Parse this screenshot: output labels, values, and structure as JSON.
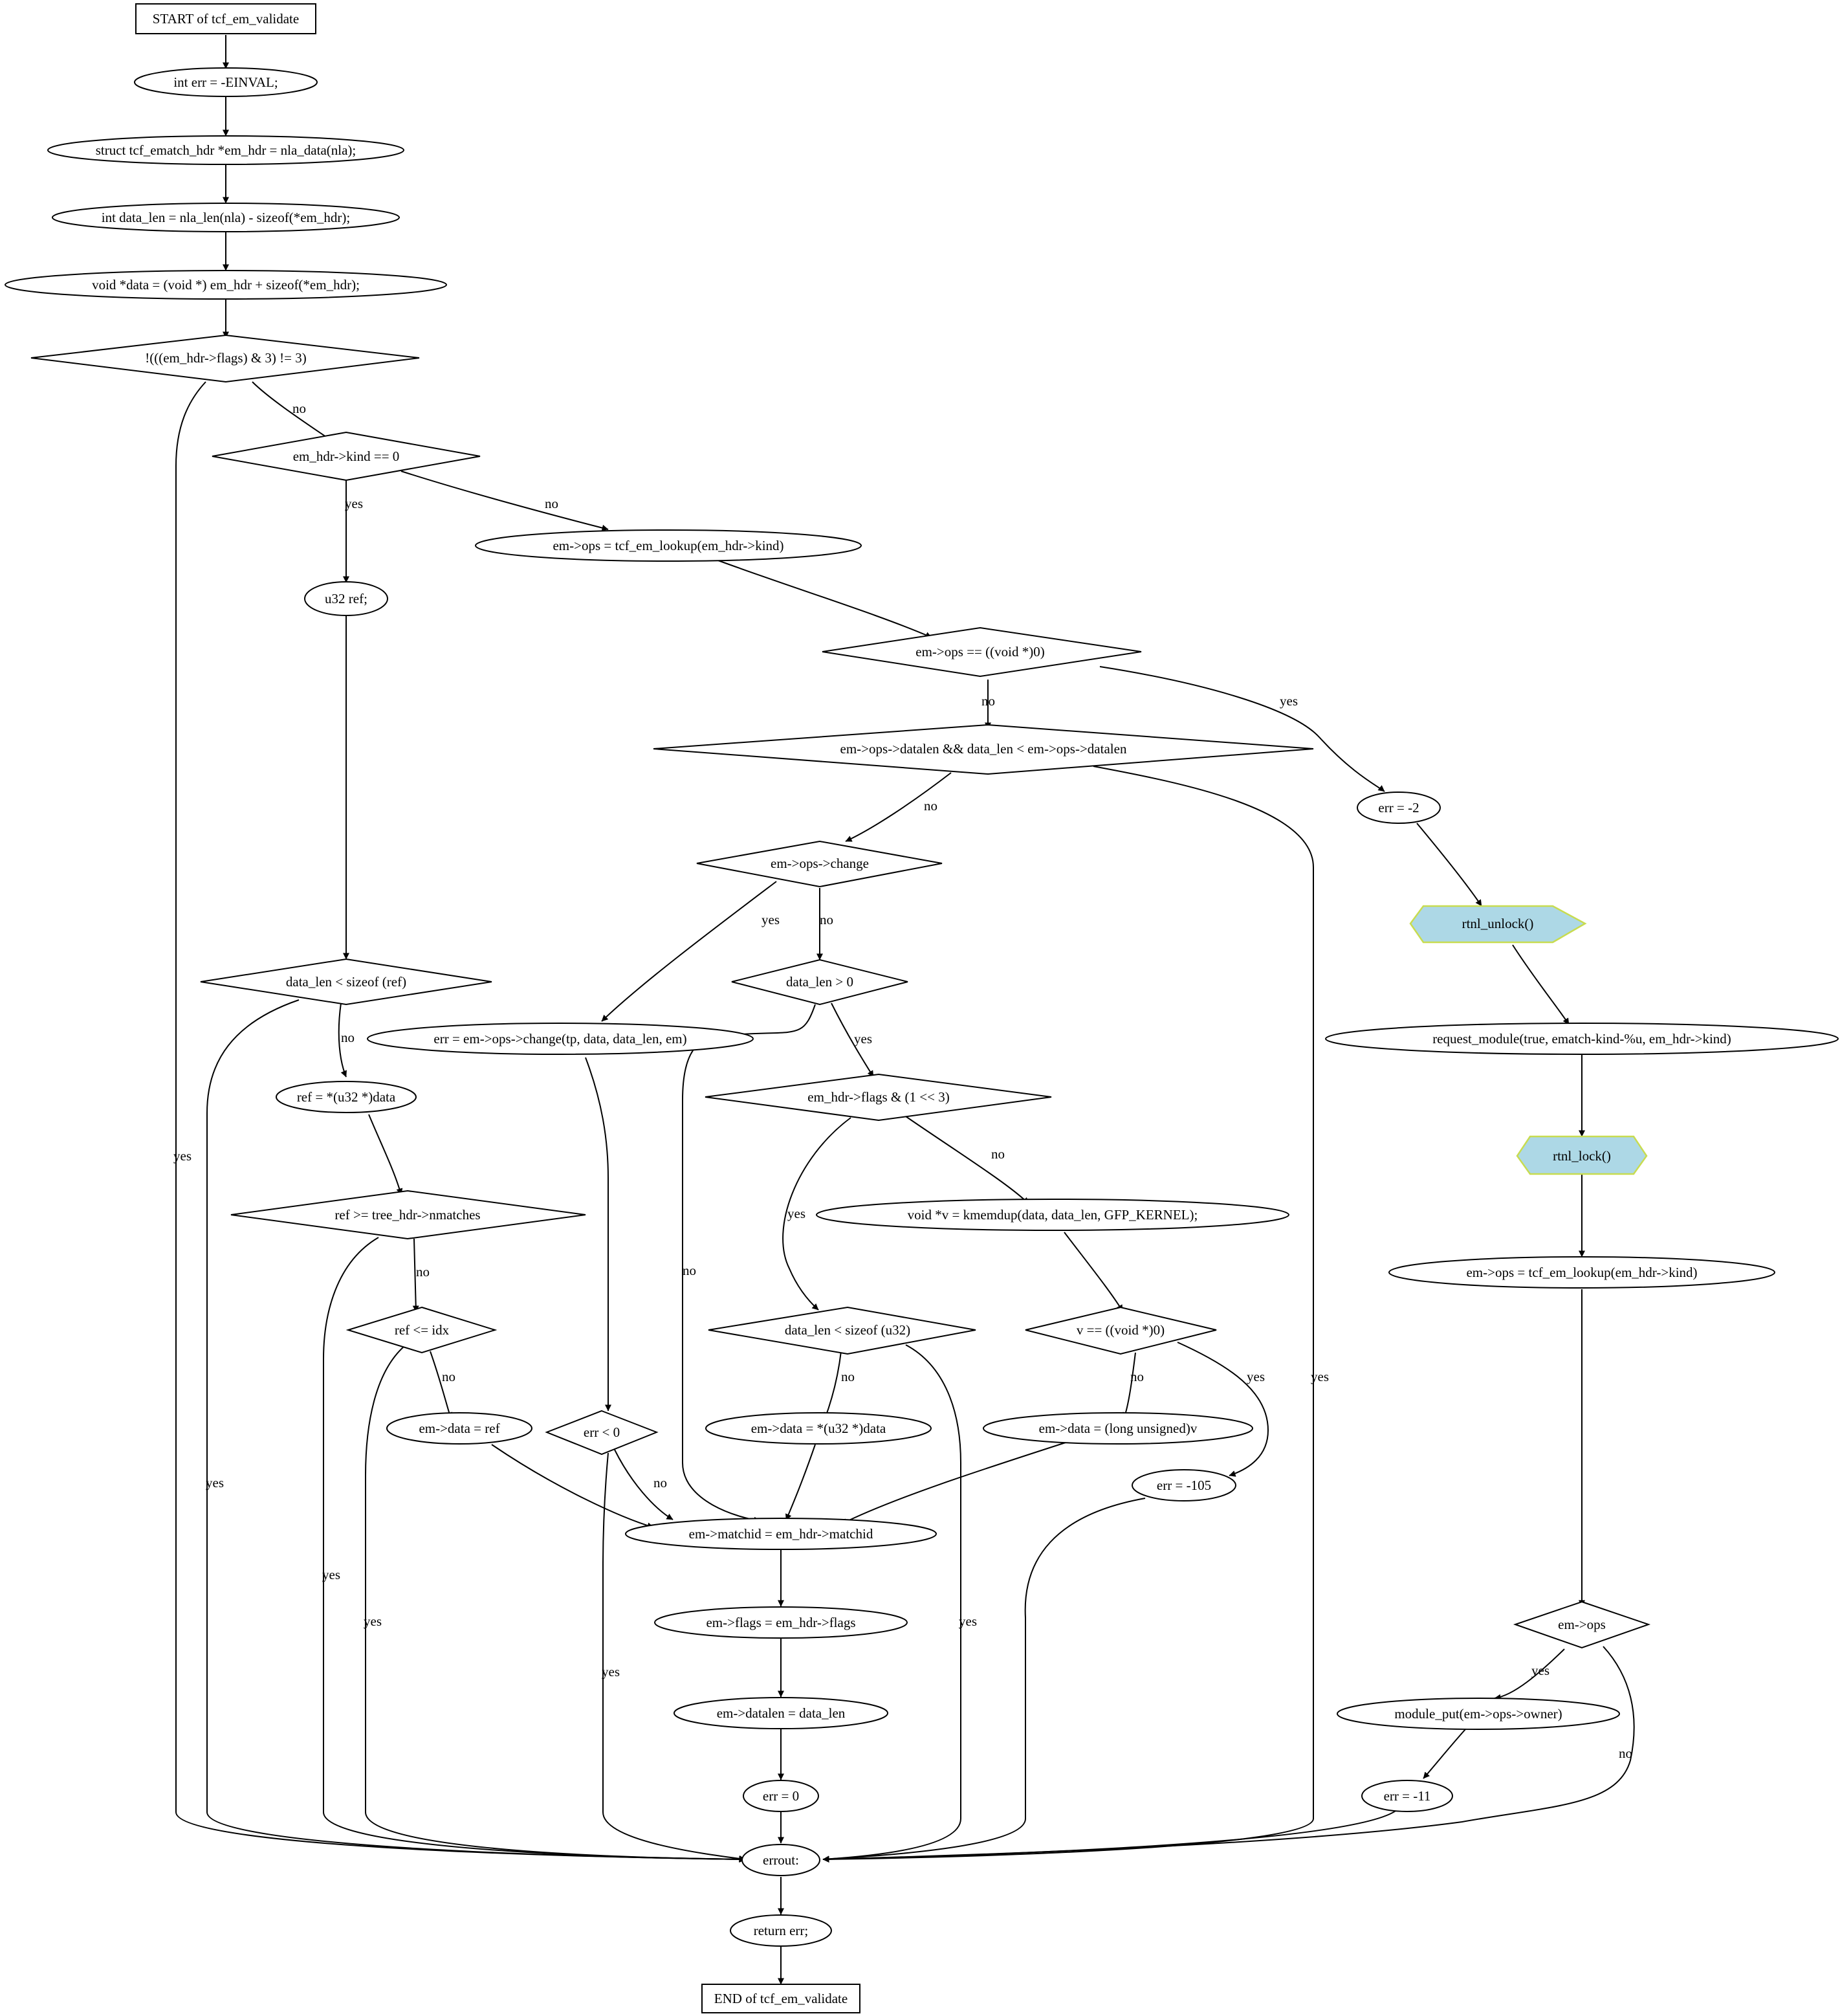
{
  "function_name": "tcf_em_validate",
  "nodes": {
    "start": "START of tcf_em_validate",
    "n_err": "int err = -EINVAL;",
    "n_hdr": "struct tcf_ematch_hdr *em_hdr = nla_data(nla);",
    "n_len": "int data_len = nla_len(nla) - sizeof(*em_hdr);",
    "n_data": "void *data = (void *) em_hdr + sizeof(*em_hdr);",
    "d_flags": "!(((em_hdr->flags) & 3) != 3)",
    "d_kind": "em_hdr->kind == 0",
    "n_lookup1": "em->ops = tcf_em_lookup(em_hdr->kind)",
    "n_u32ref": "u32 ref;",
    "d_opsnull": "em->ops == ((void *)0)",
    "d_datalen": "em->ops->datalen && data_len < em->ops->datalen",
    "n_err2": "err = -2",
    "d_change": "em->ops->change",
    "n_unlock": "rtnl_unlock()",
    "d_refsize": "data_len < sizeof (ref)",
    "d_lenpos": "data_len > 0",
    "n_errchange": "err = em->ops->change(tp, data, data_len, em)",
    "n_reqmod": "request_module(true, ematch-kind-%u, em_hdr->kind)",
    "n_ref": "ref = *(u32 *)data",
    "d_flagbit": "em_hdr->flags & (1 << 3)",
    "n_lock": "rtnl_lock()",
    "d_refmatch": "ref >= tree_hdr->nmatches",
    "n_kmem": "void *v = kmemdup(data, data_len, GFP_KERNEL);",
    "n_lookup2": "em->ops = tcf_em_lookup(em_hdr->kind)",
    "d_refidx": "ref <= idx",
    "d_u32size": "data_len < sizeof (u32)",
    "d_vnull": "v == ((void *)0)",
    "d_errlt": "err < 0",
    "n_dataref": "em->data = ref",
    "n_datau32": "em->data = *(u32 *)data",
    "n_datav": "em->data = (long unsigned)v",
    "n_err105": "err = -105",
    "n_matchid": "em->matchid = em_hdr->matchid",
    "n_emflags": "em->flags = em_hdr->flags",
    "d_emops": "em->ops",
    "n_modput": "module_put(em->ops->owner)",
    "n_emdatalen": "em->datalen = data_len",
    "n_err0": "err = 0",
    "n_err11": "err = -11",
    "n_errout": "errout:",
    "n_return": "return err;",
    "end": "END of tcf_em_validate"
  },
  "edge_labels": {
    "yes": "yes",
    "no": "no"
  }
}
